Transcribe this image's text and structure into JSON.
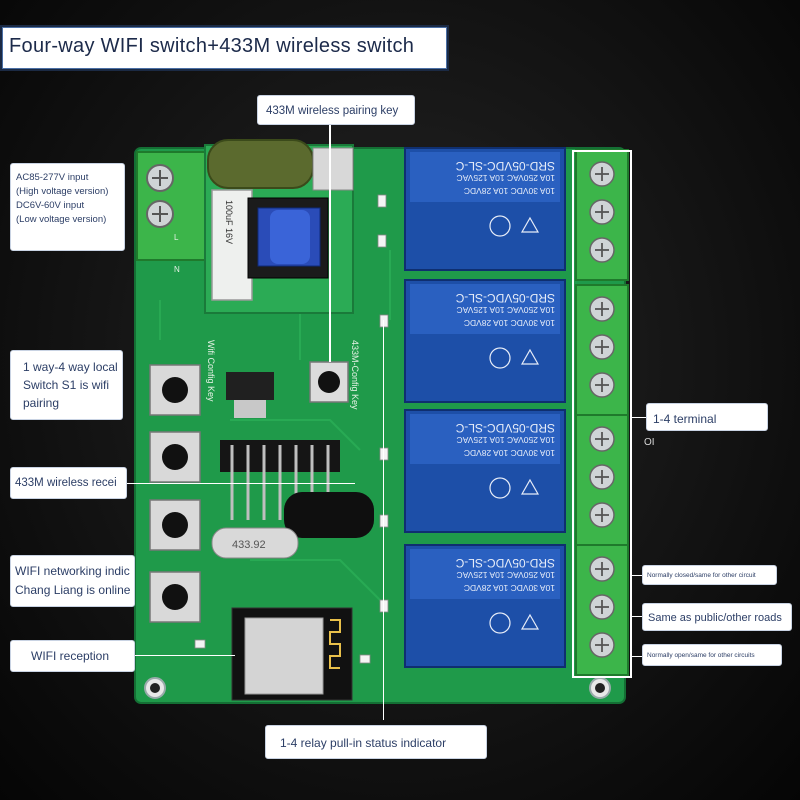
{
  "title": "Four-way WIFI switch+433M wireless switch",
  "callouts": {
    "pairing_key": "433M wireless pairing key",
    "power_input": {
      "line1": "AC85-277V input",
      "line2": "(High voltage version)",
      "line3": "DC6V-60V input",
      "line4": "(Low voltage version)"
    },
    "local_switch": {
      "line1": "1 way-4 way local",
      "line2": "Switch S1 is wifi",
      "line3": "pairing"
    },
    "receiver": "433M wireless recei",
    "wifi_indicator": {
      "line1": "WIFI networking indic",
      "line2": "Chang Liang is online"
    },
    "wifi_reception": "WIFI reception",
    "relay_indicator": "1-4 relay pull-in status indicator",
    "terminal": "1-4 terminal",
    "terminal_suffix": "OI",
    "normally_closed": "Normally closed/same for other circuit",
    "public": "Same as public/other roads",
    "normally_open": "Normally open/same for other circuits"
  },
  "board": {
    "relay_label": {
      "line1": "SRD-05VDC-SL-C",
      "line2": "10A 250VAC  10A 125VAC",
      "line3": "10A 30VDC  10A 28VDC"
    },
    "wifi_config_label": "Wifi Config Key",
    "config_433_label": "433M-Config Key",
    "cap_label": "100uF 16V",
    "n_label": "N",
    "l_label": "L",
    "crystal_label": "433.92",
    "colors": {
      "pcb": "#1f9a4a",
      "pcb_dark": "#157a38",
      "relay": "#1d4fa8",
      "terminal": "#3cb54a"
    }
  }
}
